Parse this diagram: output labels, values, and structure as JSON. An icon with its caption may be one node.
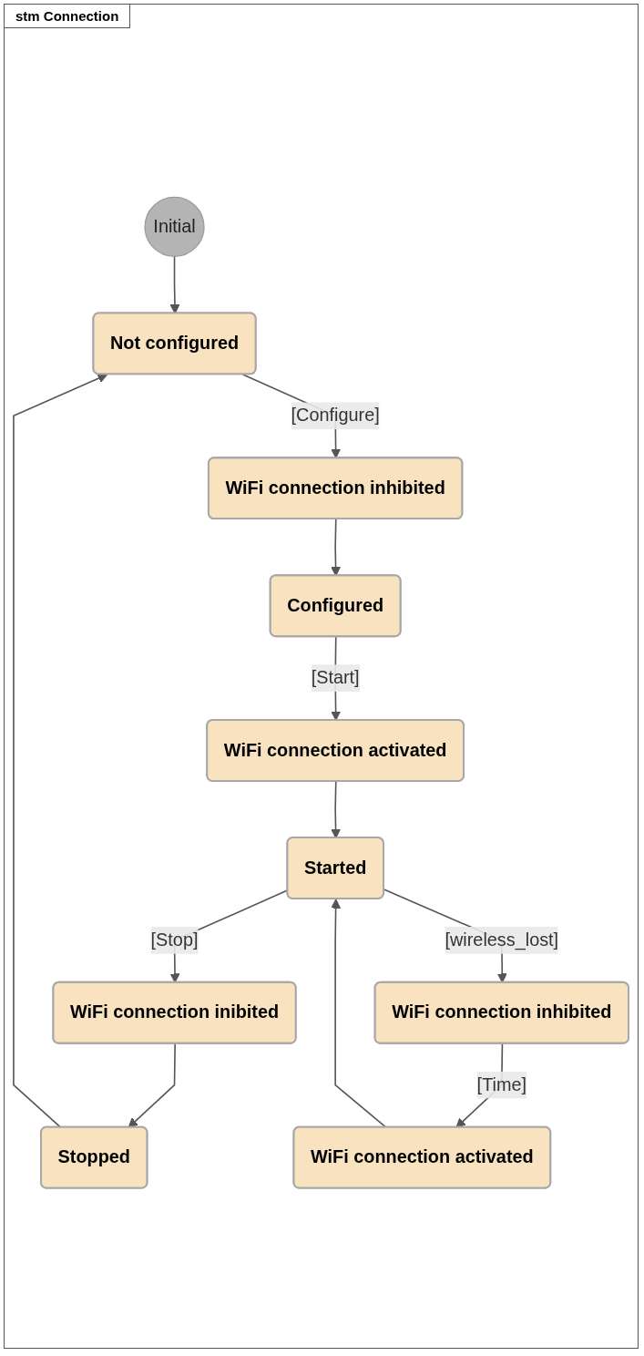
{
  "diagram": {
    "title": "stm Connection",
    "nodes": [
      {
        "text": [
          "Initial"
        ]
      },
      {
        "text": [
          "Not configured"
        ]
      },
      {
        "text": [
          "WiFi connection inhibited"
        ]
      },
      {
        "text": [
          "Stopped"
        ]
      },
      {
        "text": [
          "Configured"
        ]
      },
      {
        "text": [
          "WiFi connection inibited"
        ]
      },
      {
        "text": [
          "WiFi connection activated"
        ]
      },
      {
        "text": [
          "Started"
        ]
      },
      {
        "text": [
          "WiFi connection inhibited"
        ]
      },
      {
        "text": [
          "WiFi connection activated"
        ]
      }
    ],
    "edges": [
      {
        "from": 0,
        "to": 1,
        "arrow": "to"
      },
      {
        "from": 1,
        "to": 2,
        "label": "[Configure]",
        "arrow": "to"
      },
      {
        "from": 2,
        "to": 4,
        "arrow": "to"
      },
      {
        "from": 4,
        "to": 6,
        "label": "[Start]",
        "arrow": "to"
      },
      {
        "from": 6,
        "to": 7,
        "arrow": "to"
      },
      {
        "from": 7,
        "to": 5,
        "label": "[Stop]",
        "arrow": "to"
      },
      {
        "from": 5,
        "to": 3,
        "arrow": "to"
      },
      {
        "from": 3,
        "to": 1,
        "arrow": "to"
      },
      {
        "from": 7,
        "to": 8,
        "label": "[wireless_lost]",
        "arrow": "to"
      },
      {
        "from": 8,
        "to": 9,
        "label": "[Time]",
        "arrow": "to"
      },
      {
        "from": 9,
        "to": 7,
        "arrow": "to"
      }
    ]
  }
}
